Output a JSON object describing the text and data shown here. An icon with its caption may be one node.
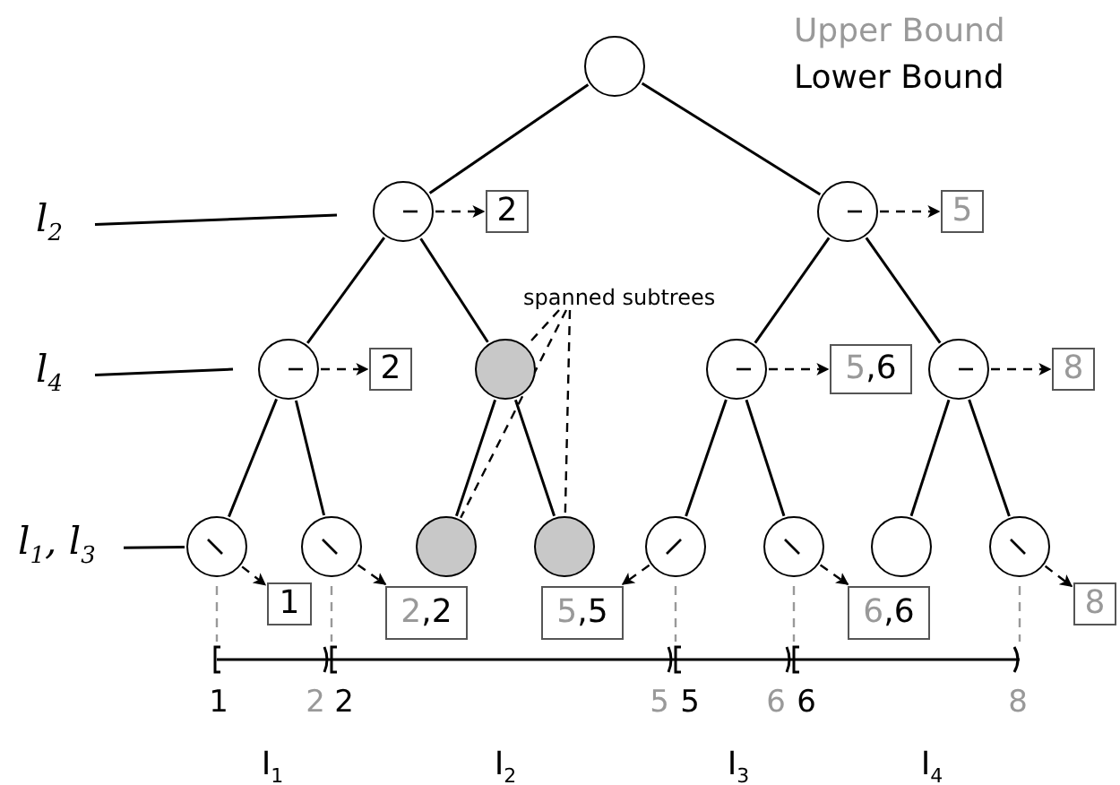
{
  "diagram": {
    "nodes": [
      {
        "text": [],
        "shape": "circle"
      },
      {
        "text": [],
        "shape": "circle"
      },
      {
        "text": [],
        "shape": "circle"
      },
      {
        "text": [],
        "shape": "circle"
      },
      {
        "text": [],
        "shape": "circle"
      },
      {
        "text": [],
        "shape": "circle"
      },
      {
        "text": [],
        "shape": "circle"
      },
      {
        "text": [],
        "shape": "circle"
      },
      {
        "text": [],
        "shape": "circle"
      },
      {
        "text": [],
        "shape": "circle"
      },
      {
        "text": [],
        "shape": "circle"
      },
      {
        "text": [],
        "shape": "circle"
      },
      {
        "text": [],
        "shape": "circle"
      },
      {
        "text": [],
        "shape": "circle"
      },
      {
        "text": [],
        "shape": "circle"
      },
      {
        "text": [
          "l$_{2}$"
        ]
      },
      {
        "text": [
          "l$_{4}$"
        ]
      },
      {
        "text": [
          "l$_{1}$, l$_{3}$"
        ]
      },
      {
        "text": [
          "spanned subtrees"
        ]
      },
      {
        "text": [
          "2"
        ]
      },
      {
        "text": [
          "5"
        ]
      },
      {
        "text": [
          "2"
        ]
      },
      {
        "text": [
          "5,6"
        ]
      },
      {
        "text": [
          "8"
        ]
      },
      {
        "text": [
          "1"
        ]
      },
      {
        "text": [
          "2,2"
        ]
      },
      {
        "text": [
          "5,5"
        ]
      },
      {
        "text": [
          "6,6"
        ]
      },
      {
        "text": [
          "8"
        ]
      }
    ],
    "edges": [
      {
        "from": 0,
        "to": 1,
        "arrow": "none"
      },
      {
        "from": 0,
        "to": 2,
        "arrow": "none"
      },
      {
        "from": 1,
        "to": 3,
        "arrow": "none"
      },
      {
        "from": 1,
        "to": 4,
        "arrow": "none"
      },
      {
        "from": 2,
        "to": 5,
        "arrow": "none"
      },
      {
        "from": 2,
        "to": 6,
        "arrow": "none"
      },
      {
        "from": 3,
        "to": 7,
        "arrow": "none"
      },
      {
        "from": 3,
        "to": 8,
        "arrow": "none"
      },
      {
        "from": 4,
        "to": 9,
        "arrow": "none"
      },
      {
        "from": 4,
        "to": 10,
        "arrow": "none"
      },
      {
        "from": 5,
        "to": 11,
        "arrow": "none"
      },
      {
        "from": 5,
        "to": 12,
        "arrow": "none"
      },
      {
        "from": 6,
        "to": 13,
        "arrow": "none"
      },
      {
        "from": 6,
        "to": 14,
        "arrow": "none"
      },
      {
        "from": 1,
        "to": 19,
        "arrow": "to",
        "style": "dashed"
      },
      {
        "from": 2,
        "to": 20,
        "arrow": "to",
        "style": "dashed"
      },
      {
        "from": 3,
        "to": 21,
        "arrow": "to",
        "style": "dashed"
      },
      {
        "from": 5,
        "to": 22,
        "arrow": "to",
        "style": "dashed"
      },
      {
        "from": 6,
        "to": 23,
        "arrow": "to",
        "style": "dashed"
      },
      {
        "from": 7,
        "to": 24,
        "arrow": "to",
        "style": "dashed"
      },
      {
        "from": 8,
        "to": 25,
        "arrow": "to",
        "style": "dashed"
      },
      {
        "from": 11,
        "to": 26,
        "arrow": "to",
        "style": "dashed"
      },
      {
        "from": 12,
        "to": 27,
        "arrow": "to",
        "style": "dashed"
      },
      {
        "from": 14,
        "to": 28,
        "arrow": "to",
        "style": "dashed"
      },
      {
        "from": 15,
        "to": null,
        "arrow": "none"
      },
      {
        "from": 16,
        "to": null,
        "arrow": "none"
      },
      {
        "from": 17,
        "to": 7,
        "arrow": "none"
      },
      {
        "from": 18,
        "to": 4,
        "arrow": "none",
        "style": "dashed"
      },
      {
        "from": 18,
        "to": 9,
        "arrow": "none",
        "style": "dashed"
      },
      {
        "from": 18,
        "to": 10,
        "arrow": "none",
        "style": "dashed"
      }
    ],
    "labels": [
      "Upper Bound",
      "Lower Bound",
      "1",
      "2",
      "2",
      "5",
      "5",
      "6",
      "6",
      "8",
      "I$_{1}$",
      "I$_{2}$",
      "I$_{3}$",
      "I$_{4}$"
    ]
  }
}
